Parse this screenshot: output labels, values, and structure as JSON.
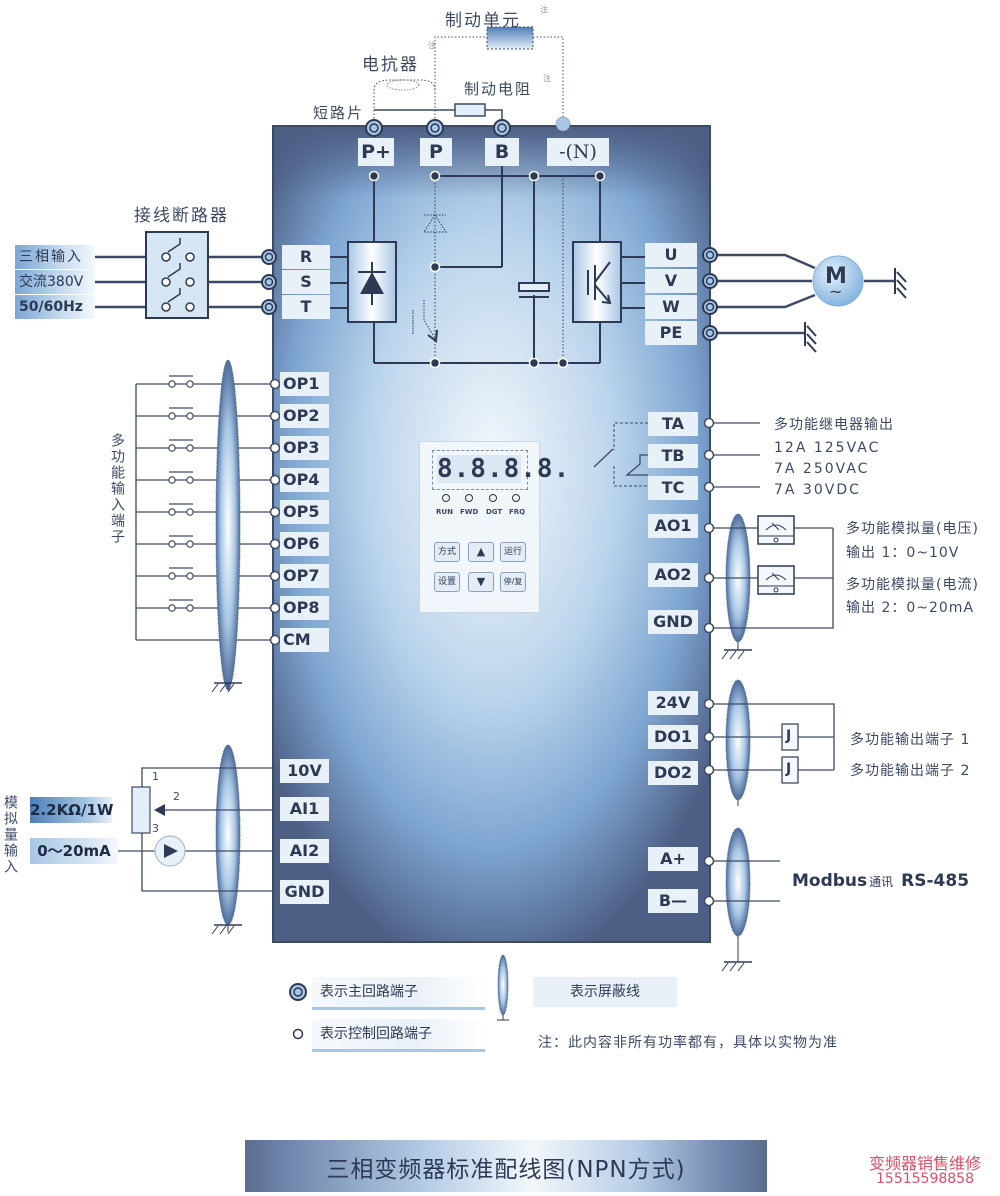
{
  "title": "三相变频器标准配线图(NPN方式)",
  "promo": {
    "line1": "变频器销售维修",
    "line2": "15515598858"
  },
  "colors": {
    "panel_dark": "#4e5f85",
    "panel_light": "#e9f2fa",
    "wire": "#3d4a66",
    "accent": "#7aa6d6",
    "promo": "#d9506a"
  },
  "top": {
    "braking_unit": "制动单元",
    "reactor": "电抗器",
    "braking_resistor": "制动电阻",
    "short_piece": "短路片",
    "note_mark": "注",
    "dc_terminals": [
      "P+",
      "P",
      "B",
      "-(N)"
    ]
  },
  "input": {
    "breaker_label": "接线断路器",
    "chips": [
      "三相输入",
      "交流380V",
      "50/60Hz"
    ],
    "terminals": [
      "R",
      "S",
      "T"
    ]
  },
  "output": {
    "terminals": [
      "U",
      "V",
      "W",
      "PE"
    ],
    "motor": "M",
    "motor_symbol": "~"
  },
  "digital_inputs": {
    "group_label": "多功能输入端子",
    "terminals": [
      "OP1",
      "OP2",
      "OP3",
      "OP4",
      "OP5",
      "OP6",
      "OP7",
      "OP8",
      "CM"
    ]
  },
  "analog_inputs": {
    "group_label": "模拟量输入",
    "resistor_chip": "2.2KΩ/1W",
    "current_chip": "0～20mA",
    "pot_pins": [
      "1",
      "2",
      "3"
    ],
    "terminals": [
      "10V",
      "AI1",
      "AI2",
      "GND"
    ]
  },
  "keypad": {
    "display": "8.8.8.8.",
    "leds": [
      "RUN",
      "FWD",
      "DGT",
      "FRQ"
    ],
    "buttons": [
      "方式",
      "▲",
      "运行",
      "设置",
      "▼",
      "停/复"
    ]
  },
  "relay": {
    "terminals": [
      "TA",
      "TB",
      "TC"
    ],
    "label": "多功能继电器输出",
    "ratings": [
      "12A 125VAC",
      "7A 250VAC",
      "7A 30VDC"
    ]
  },
  "analog_outputs": {
    "terminals": [
      "AO1",
      "AO2",
      "GND"
    ],
    "ao1_label": "多功能模拟量(电压)",
    "ao1_range": "输出 1：0~10V",
    "ao2_label": "多功能模拟量(电流)",
    "ao2_range": "输出 2：0~20mA"
  },
  "digital_outputs": {
    "terminals": [
      "24V",
      "DO1",
      "DO2"
    ],
    "relay_symbol": "J",
    "do1_label": "多功能输出端子 1",
    "do2_label": "多功能输出端子 2"
  },
  "comm": {
    "terminals": [
      "A+",
      "B—"
    ],
    "label_modbus": "Modbus",
    "label_comm": "通讯",
    "label_rs485": "RS-485"
  },
  "legend": {
    "main_terminal": "表示主回路端子",
    "control_terminal": "表示控制回路端子",
    "shielded": "表示屏蔽线",
    "note": "注：此内容非所有功率都有，具体以实物为准"
  }
}
